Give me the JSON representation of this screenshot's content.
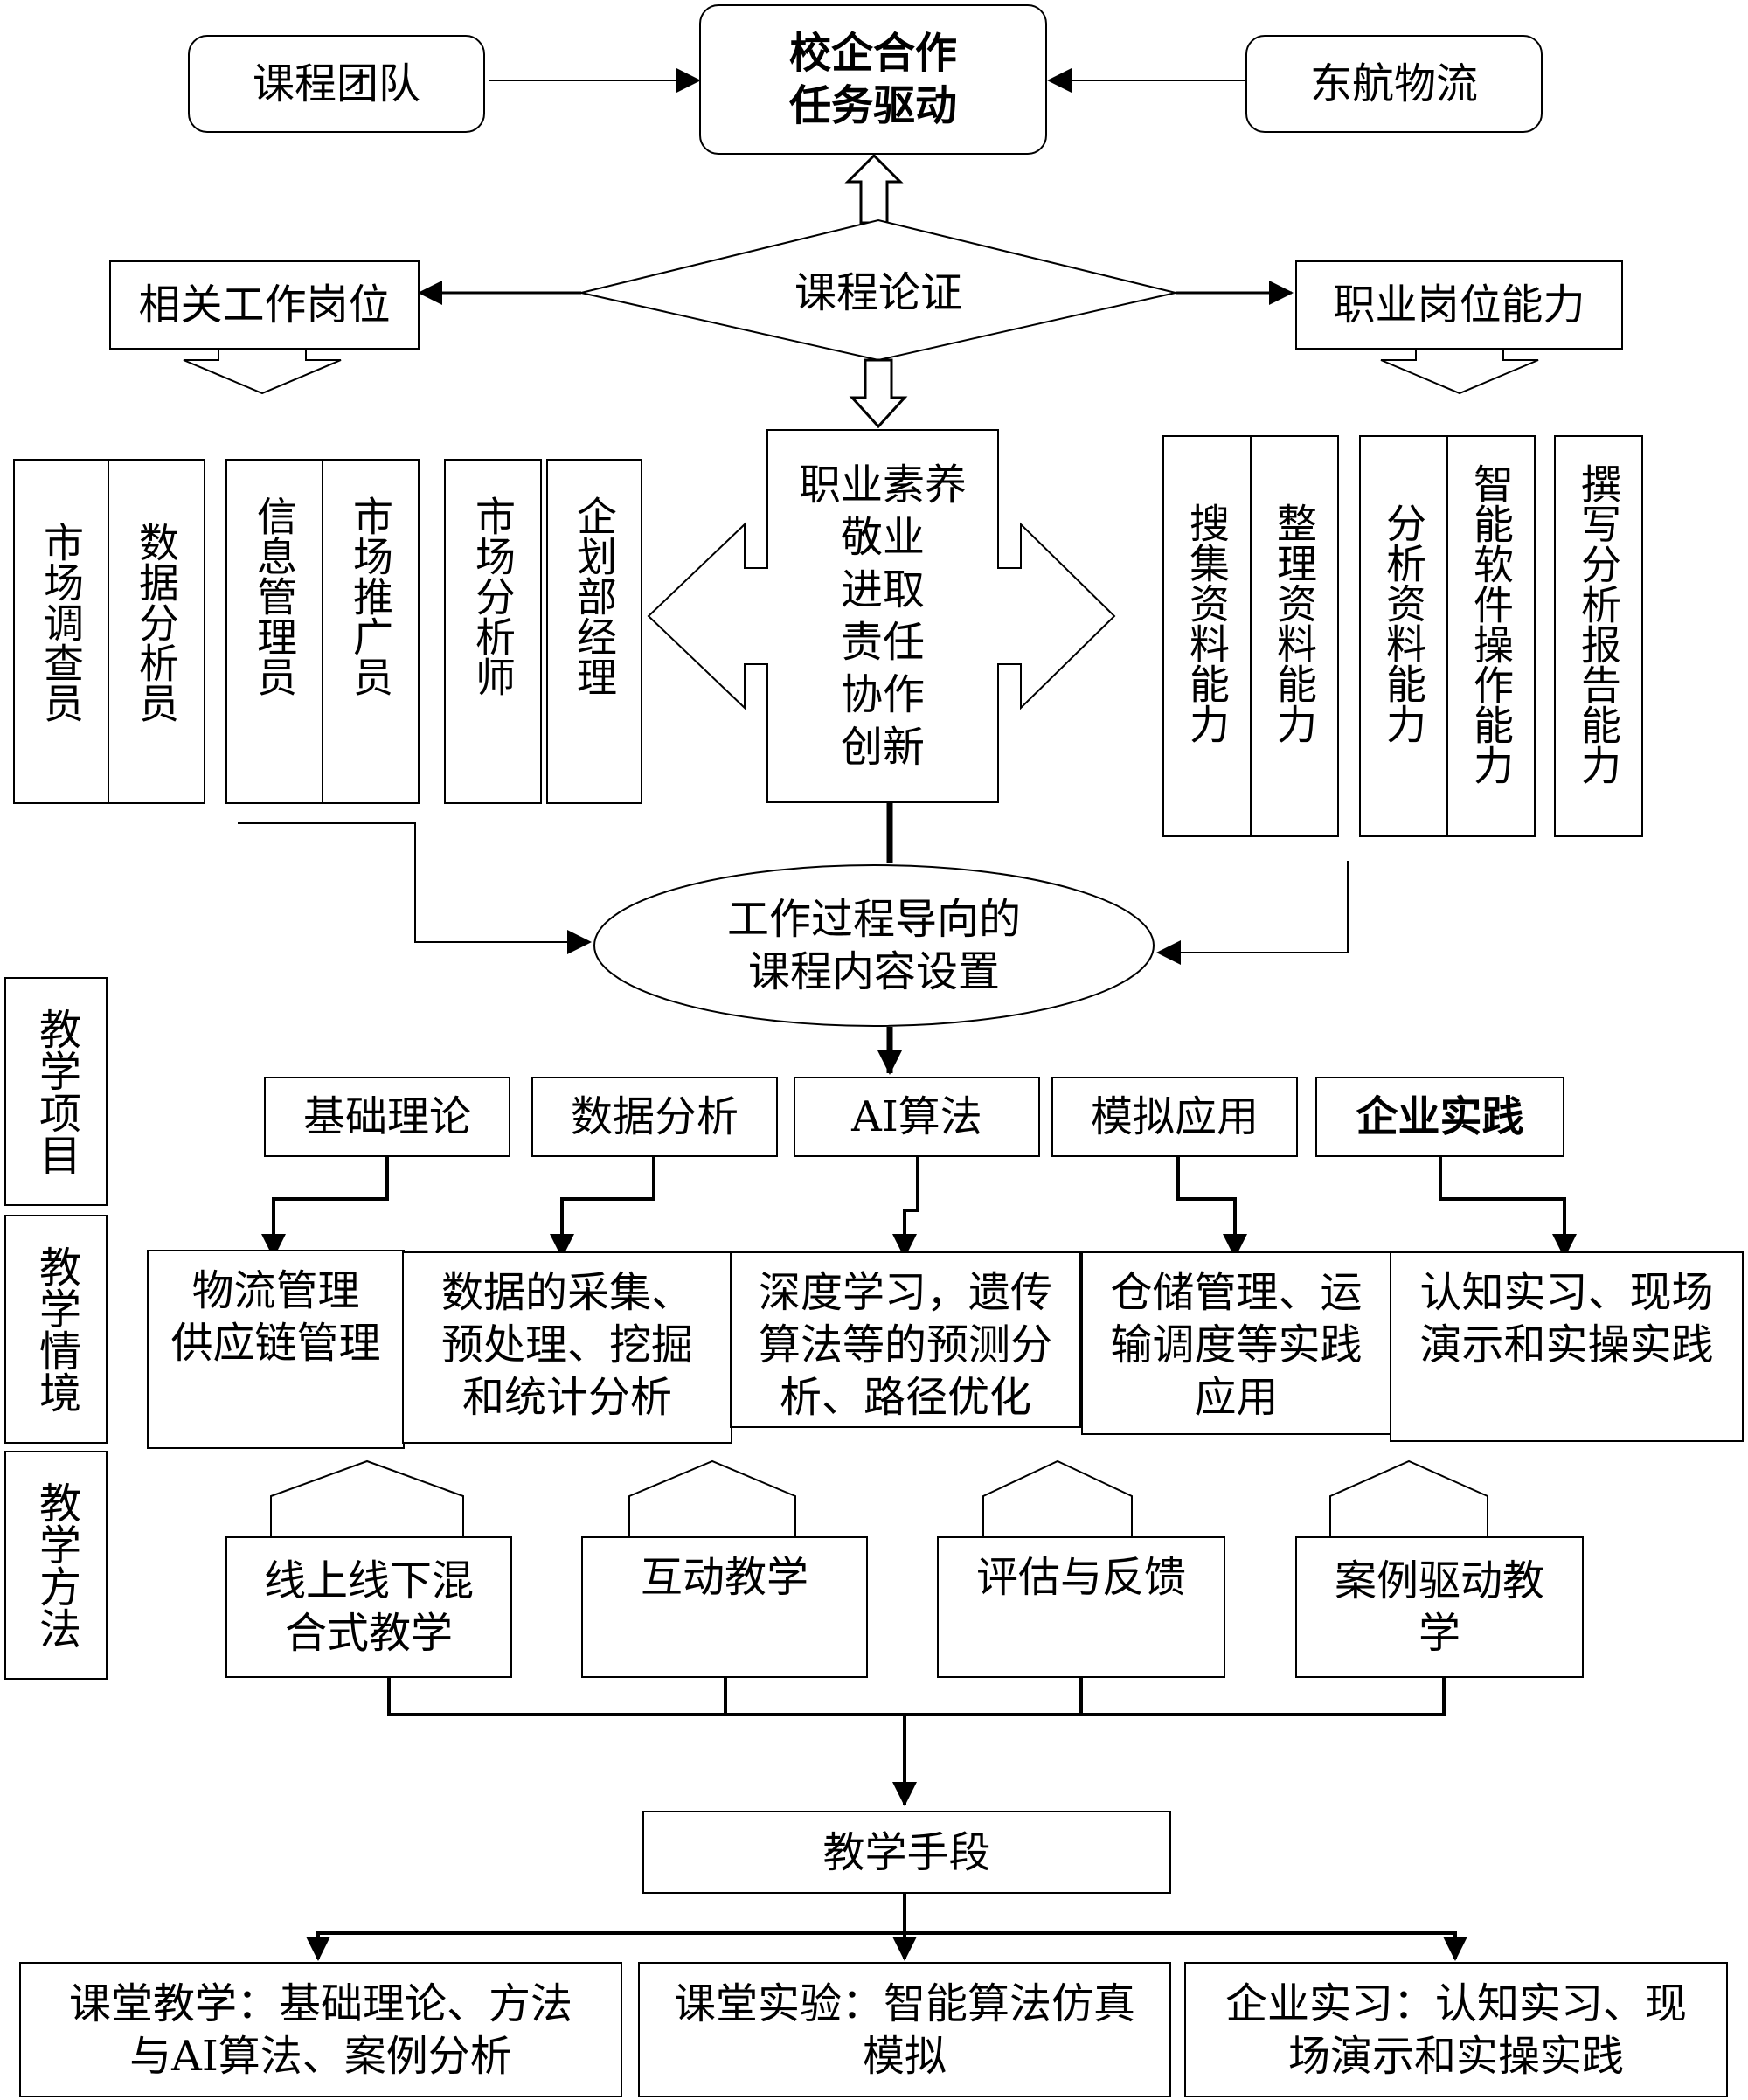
{
  "top": {
    "team": "课程团队",
    "center": "校企合作\n任务驱动",
    "partner": "东航物流"
  },
  "argument": {
    "center": "课程论证",
    "left": "相关工作岗位",
    "right": "职业岗位能力"
  },
  "jobs": [
    "市场调查员",
    "数据分析员",
    "信息管理员",
    "市场推广员",
    "市场分析师",
    "企划部经理"
  ],
  "literacy": {
    "title": "职业素养",
    "items": [
      "敬业",
      "进取",
      "责任",
      "协作",
      "创新"
    ]
  },
  "abilities": [
    "搜集资料能力",
    "整理资料能力",
    "分析资料能力",
    "智能软件操作能力",
    "撰写分析报告能力"
  ],
  "content_design": "工作过程导向的\n课程内容设置",
  "side_labels": [
    "教学项目",
    "教学情境",
    "教学方法"
  ],
  "projects": [
    "基础理论",
    "数据分析",
    "AI算法",
    "模拟应用",
    "企业实践"
  ],
  "situations": [
    "物流管理\n供应链管理",
    "数据的采集、\n预处理、挖掘\n和统计分析",
    "深度学习，遗传\n算法等的预测分\n析、路径优化",
    "仓储管理、运\n输调度等实践\n应用",
    "认知实习、现场\n演示和实操实践"
  ],
  "methods": [
    "线上线下混\n合式教学",
    "互动教学",
    "评估与反馈",
    "案例驱动教\n学"
  ],
  "means": {
    "title": "教学手段",
    "items": [
      "课堂教学：基础理论、方法\n与AI算法、案例分析",
      "课堂实验：智能算法仿真\n模拟",
      "企业实习：认知实习、现\n场演示和实操实践"
    ]
  }
}
